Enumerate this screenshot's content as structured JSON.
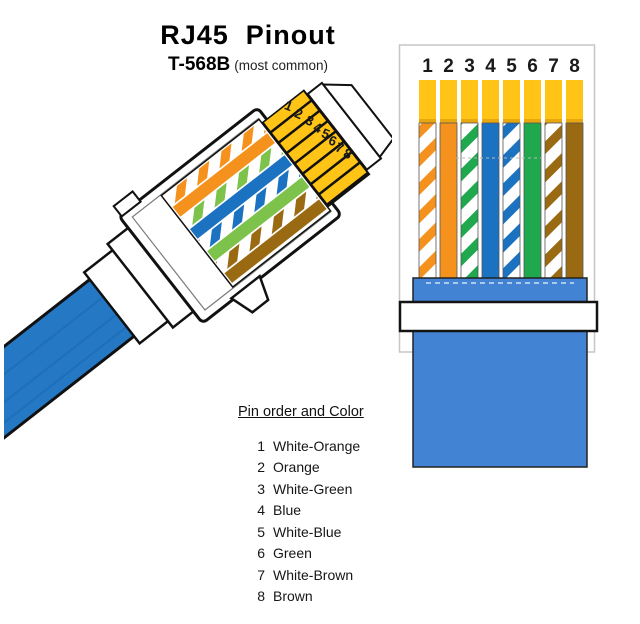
{
  "header": {
    "title": "RJ45  Pinout",
    "standard": "T-568B",
    "standard_note": "(most common)"
  },
  "pins": {
    "numbers": [
      "1",
      "2",
      "3",
      "4",
      "5",
      "6",
      "7",
      "8"
    ]
  },
  "legend": {
    "title": "Pin order and Color",
    "items": [
      {
        "num": "1",
        "label": "White-Orange"
      },
      {
        "num": "2",
        "label": "Orange"
      },
      {
        "num": "3",
        "label": "White-Green"
      },
      {
        "num": "4",
        "label": "Blue"
      },
      {
        "num": "5",
        "label": "White-Blue"
      },
      {
        "num": "6",
        "label": "Green"
      },
      {
        "num": "7",
        "label": "White-Brown"
      },
      {
        "num": "8",
        "label": "Brown"
      }
    ]
  },
  "palette": {
    "orange": "#F5921E",
    "green": "#1FA84D",
    "green_light": "#7CC24B",
    "blue": "#1B72C0",
    "brown": "#9A6A13",
    "gold": "#FFC415",
    "gold_shadow": "#E8A70E",
    "cable_blue": "#4383D4",
    "cable_blue_dark": "#2478C4",
    "cable_streak": "#1B66AF",
    "outline": "#111111",
    "panel_border": "#C6C6C6",
    "text": "#111111"
  }
}
